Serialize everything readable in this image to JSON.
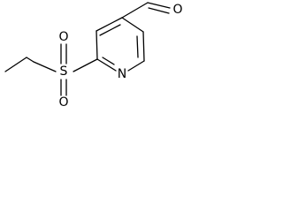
{
  "molecule": {
    "atoms": {
      "ring_nitrogen": "N",
      "sulfur": "S",
      "sulfonyl_oxygen_top": "O",
      "sulfonyl_oxygen_bottom": "O",
      "aldehyde_oxygen": "O"
    },
    "colors": {
      "bond": "#000000",
      "label": "#000000",
      "background": "#ffffff"
    }
  }
}
